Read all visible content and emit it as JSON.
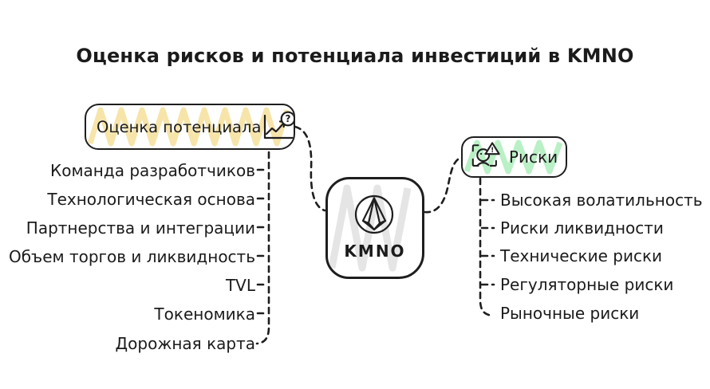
{
  "title": "Оценка рисков и потенциала инвестиций в KMNO",
  "center_node": {
    "label": "KMNO",
    "logo_icon": "kamino-token-logo"
  },
  "left_branch": {
    "label": "Оценка потенциала",
    "icon": "trend-chart-question-icon",
    "items": [
      "Команда разработчиков",
      "Технологическая основа",
      "Партнерства и интеграции",
      "Объем торгов и ликвидность",
      "TVL",
      "Токеномика",
      "Дорожная карта"
    ]
  },
  "right_branch": {
    "label": "Риски",
    "icon": "sad-face-alert-icon",
    "items": [
      "Высокая волатильность",
      "Риски ликвидности",
      "Технические риски",
      "Регуляторные риски",
      "Рыночные риски"
    ]
  },
  "colors": {
    "stroke": "#1e1e1e",
    "left_fill": "#f4dd94",
    "right_fill": "#a8ecb7",
    "center_fill": "#dedede",
    "background": "#ffffff"
  }
}
